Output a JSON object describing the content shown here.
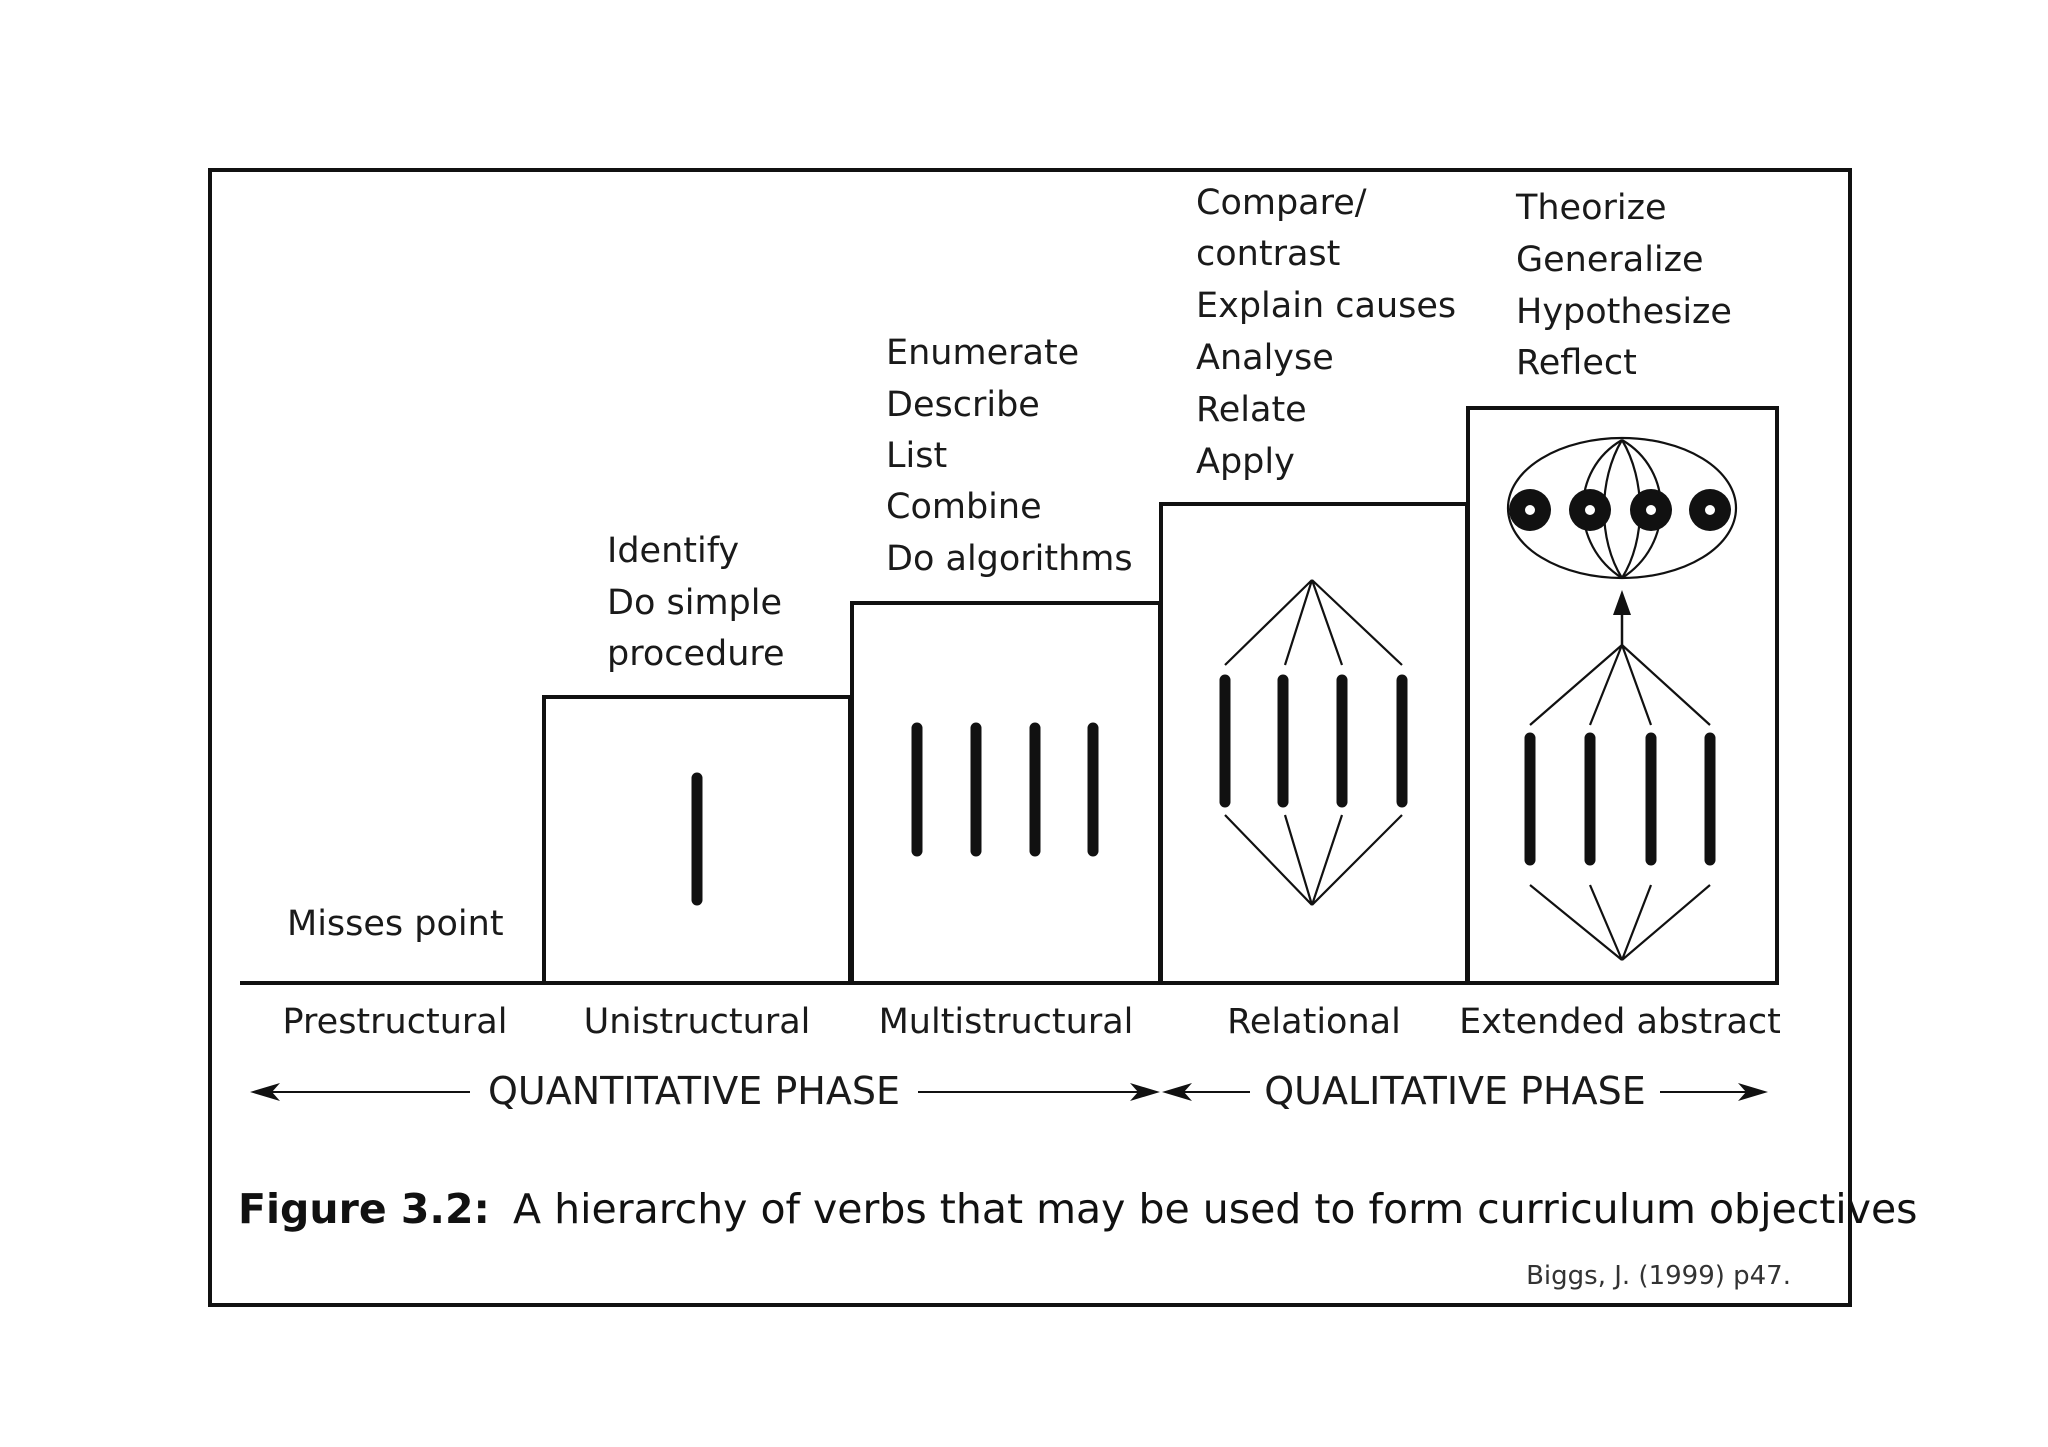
{
  "figure": {
    "levels": [
      {
        "name": "Prestructural",
        "verbs": [
          "Misses point"
        ]
      },
      {
        "name": "Unistructural",
        "verbs": [
          "Identify",
          "Do simple",
          "procedure"
        ]
      },
      {
        "name": "Multistructural",
        "verbs": [
          "Enumerate",
          "Describe",
          "List",
          "Combine",
          "Do algorithms"
        ]
      },
      {
        "name": "Relational",
        "verbs": [
          "Compare/",
          "contrast",
          "Explain causes",
          "Analyse",
          "Relate",
          "Apply"
        ]
      },
      {
        "name": "Extended abstract",
        "verbs": [
          "Theorize",
          "Generalize",
          "Hypothesize",
          "Reflect"
        ]
      }
    ],
    "phases": {
      "quantitative": "QUANTITATIVE PHASE",
      "qualitative": "QUALITATIVE PHASE"
    },
    "caption": {
      "label": "Figure 3.2:",
      "text": "A hierarchy of verbs that may be used to form curriculum objectives"
    },
    "source": "Biggs, J. (1999) p47."
  }
}
